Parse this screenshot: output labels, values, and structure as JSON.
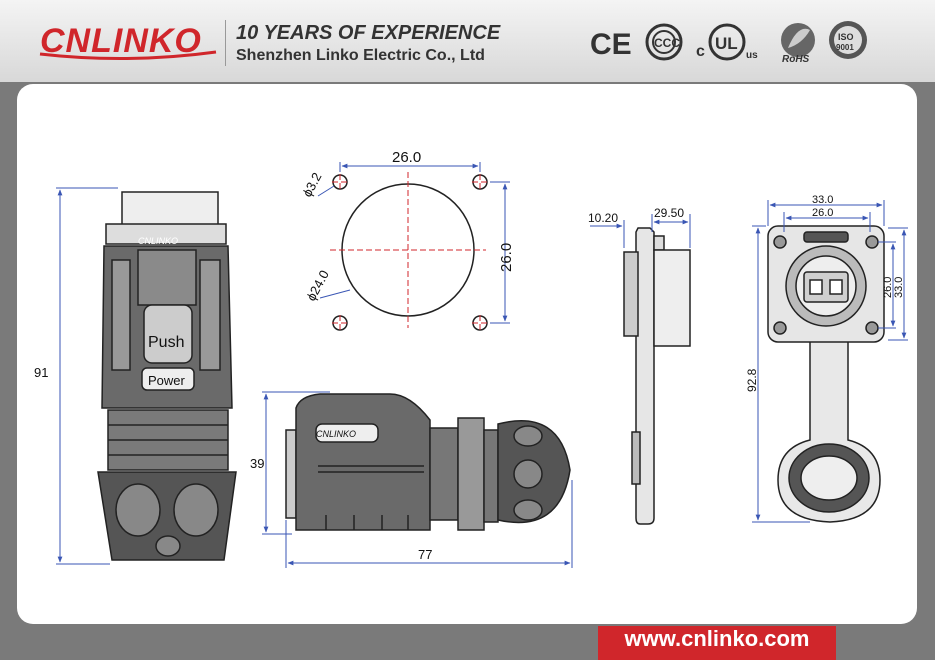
{
  "header": {
    "brand": "CNLINKO",
    "tagline": "10 YEARS OF  EXPERIENCE",
    "company": "Shenzhen Linko Electric Co., Ltd"
  },
  "certs": {
    "ce": "CE",
    "c_prefix": "c",
    "ul": "UL",
    "us": "us",
    "rohs": "RoHS",
    "iso": "ISO",
    "iso_num": "9001"
  },
  "drawing": {
    "front": {
      "height_dim": "91",
      "push_label": "Push",
      "power_label": "Power",
      "logo_text": "CNLINKO"
    },
    "side": {
      "height_dim": "39",
      "length_dim": "77",
      "logo_text": "CNLINKO"
    },
    "panel_cutout": {
      "hole_spacing_h": "26.0",
      "hole_spacing_v": "26.0",
      "hole_dia": "ϕ3.2",
      "cutout_dia": "ϕ24.0"
    },
    "socket_side": {
      "flange_dim": "10.20",
      "depth_dim": "29.50"
    },
    "socket_front": {
      "outer_w": "33.0",
      "inner_w": "26.0",
      "inner_h": "26.0",
      "outer_h": "33.0",
      "total_h": "92.8"
    }
  },
  "footer": {
    "url": "www.cnlinko.com"
  },
  "colors": {
    "brand_red": "#d0262b",
    "dim_blue": "#3a56b4",
    "center_red": "#d0262b"
  }
}
